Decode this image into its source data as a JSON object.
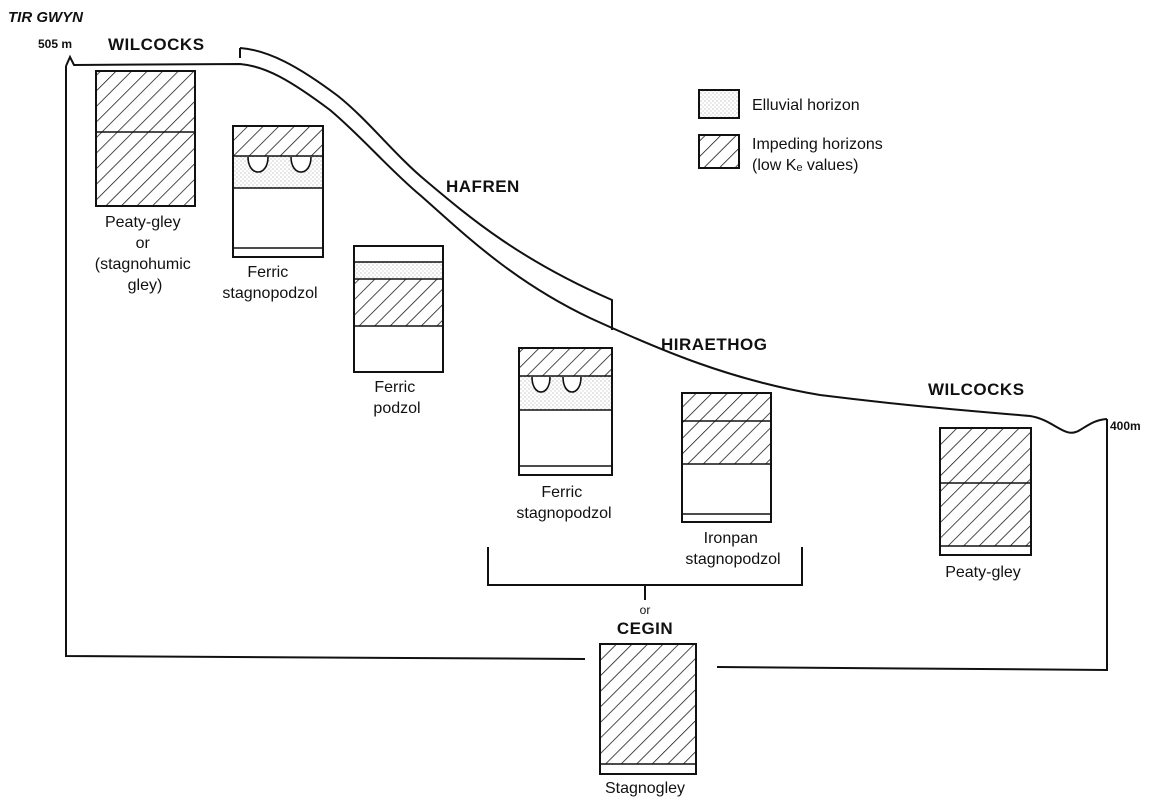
{
  "diagram": {
    "site": "TIR GWYN",
    "elevation_top": "505 m",
    "elevation_bottom": "400m",
    "series_labels": {
      "wilcocks_upper": "WILCOCKS",
      "hafren": "HAFREN",
      "hiraethog": "HIRAETHOG",
      "wilcocks_lower": "WILCOCKS",
      "or": "or",
      "cegin": "CEGIN"
    },
    "legend": {
      "elluvial": "Elluvial horizon",
      "impeding_line1": "Impeding horizons",
      "impeding_line2": "(low Kₑ values)"
    },
    "profiles": [
      {
        "lines": [
          "Peaty-gley",
          "or",
          "(stagnohumic",
          "gley)"
        ]
      },
      {
        "lines": [
          "Ferric",
          "stagnopodzol"
        ]
      },
      {
        "lines": [
          "Ferric",
          "podzol"
        ]
      },
      {
        "lines": [
          "Ferric",
          "stagnopodzol"
        ]
      },
      {
        "lines": [
          "Ironpan",
          "stagnopodzol"
        ]
      },
      {
        "lines": [
          "Peaty-gley"
        ]
      },
      {
        "lines": [
          "Stagnogley"
        ]
      }
    ]
  }
}
